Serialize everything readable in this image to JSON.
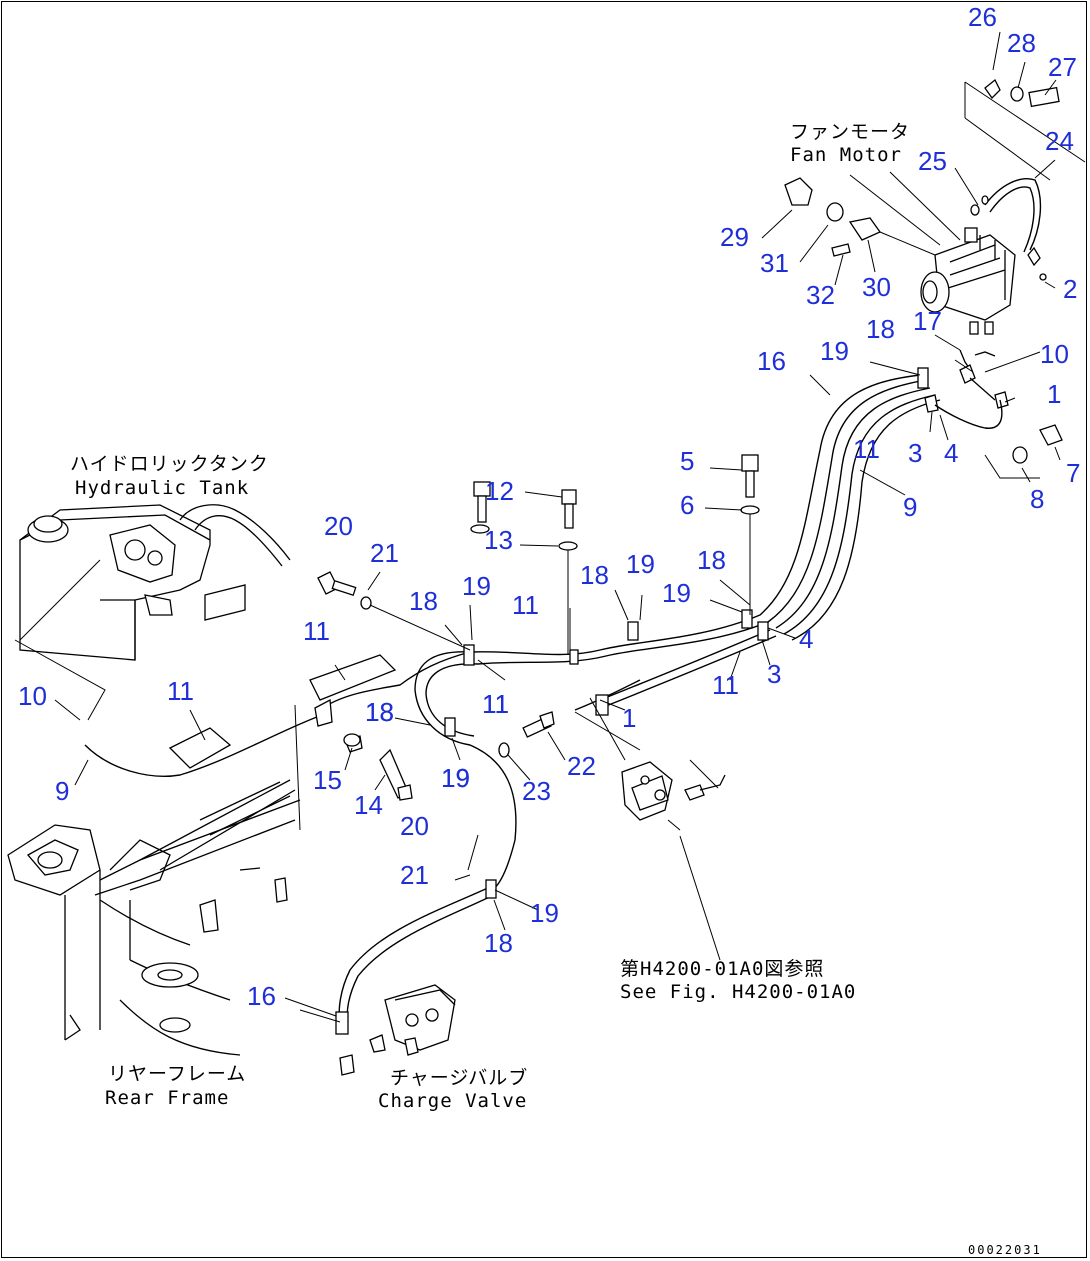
{
  "diagram": {
    "captions": {
      "fan_motor_jp": "ファンモータ",
      "fan_motor_en": "Fan Motor",
      "hydraulic_tank_jp": "ハイドロリックタンク",
      "hydraulic_tank_en": "Hydraulic Tank",
      "see_fig_jp": "第H4200-01A0図参照",
      "see_fig_en": "See Fig. H4200-01A0",
      "rear_frame_jp": "リヤーフレーム",
      "rear_frame_en": "Rear Frame",
      "charge_valve_jp": "チャージバルブ",
      "charge_valve_en": "Charge Valve"
    },
    "drawing_code": "00022031",
    "callouts": [
      "26",
      "28",
      "27",
      "24",
      "25",
      "29",
      "31",
      "30",
      "32",
      "2",
      "17",
      "18",
      "10",
      "19",
      "16",
      "1",
      "11",
      "3",
      "4",
      "7",
      "9",
      "8",
      "5",
      "6",
      "12",
      "13",
      "18",
      "19",
      "18",
      "19",
      "19",
      "18",
      "20",
      "21",
      "11",
      "11",
      "18",
      "19",
      "11",
      "4",
      "3",
      "11",
      "1",
      "10",
      "11",
      "18",
      "11",
      "22",
      "9",
      "15",
      "14",
      "19",
      "23",
      "20",
      "21",
      "19",
      "18",
      "16"
    ]
  }
}
